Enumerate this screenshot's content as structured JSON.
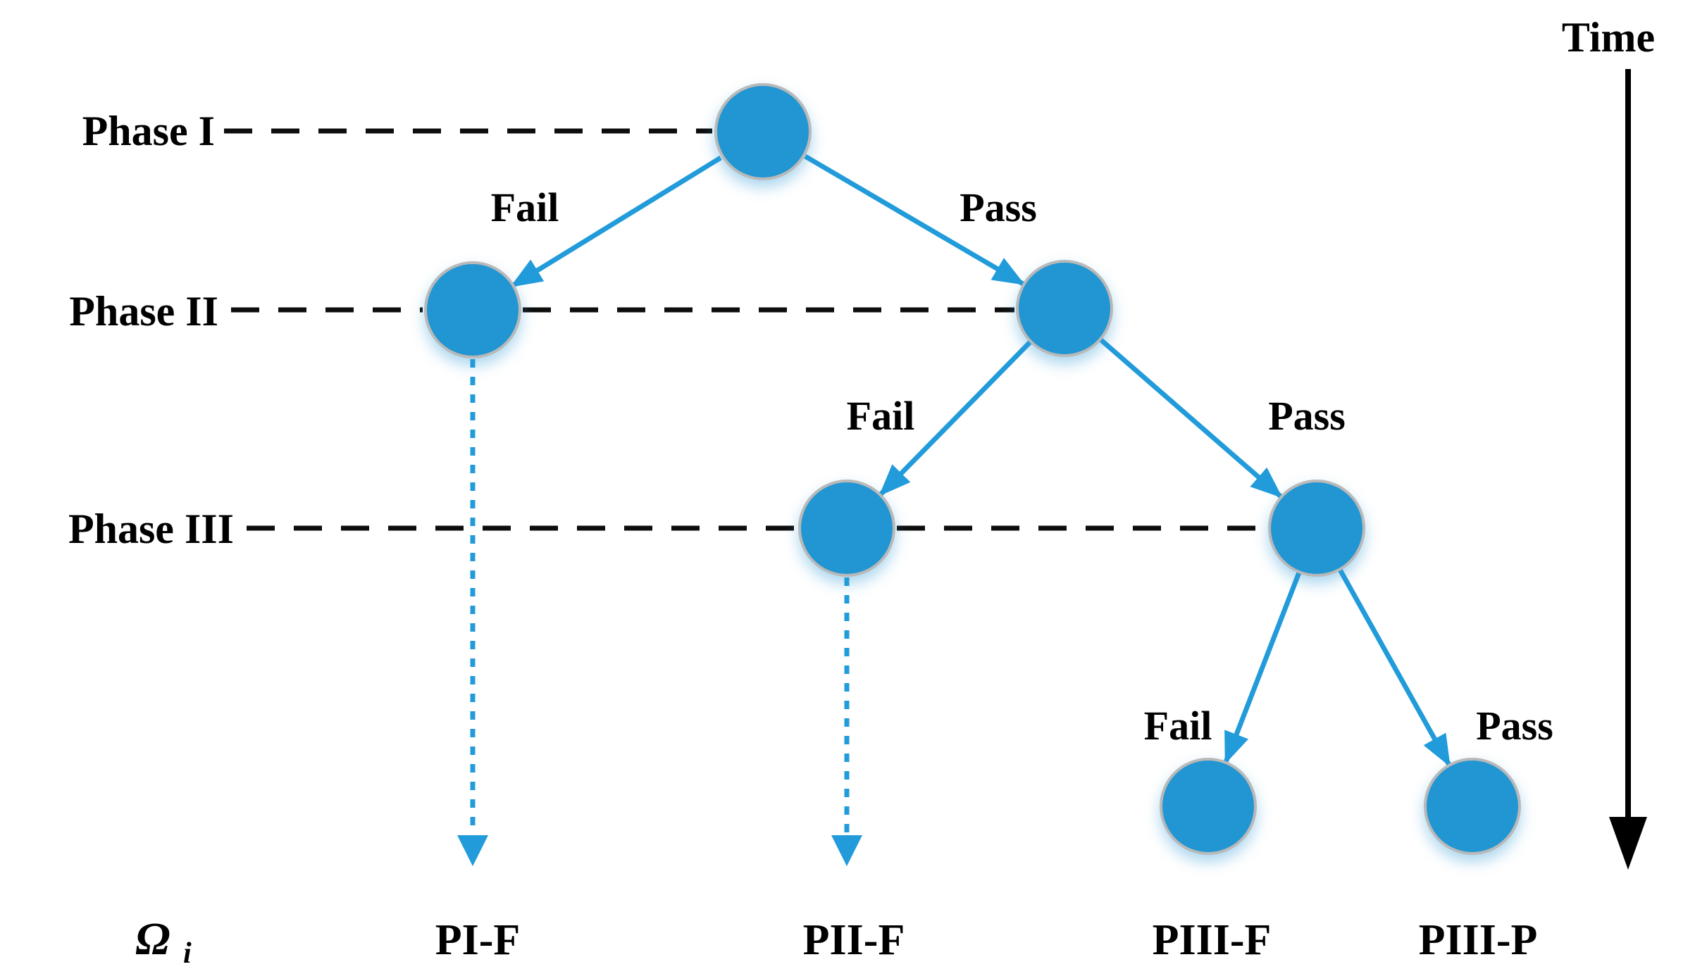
{
  "diagram": {
    "type": "phase-decision-tree",
    "time_axis_label": "Time",
    "phase_rows": [
      {
        "label": "Phase I"
      },
      {
        "label": "Phase II"
      },
      {
        "label": "Phase III"
      }
    ],
    "edges": [
      {
        "from": "phase1-node",
        "to": "phase2-fail-node",
        "label": "Fail"
      },
      {
        "from": "phase1-node",
        "to": "phase2-pass-node",
        "label": "Pass"
      },
      {
        "from": "phase2-pass-node",
        "to": "phase3-fail-node",
        "label": "Fail"
      },
      {
        "from": "phase2-pass-node",
        "to": "phase3-pass-node",
        "label": "Pass"
      },
      {
        "from": "phase3-pass-node",
        "to": "leaf-fail-node",
        "label": "Fail"
      },
      {
        "from": "phase3-pass-node",
        "to": "leaf-pass-node",
        "label": "Pass"
      }
    ],
    "dropout_edges": [
      {
        "from": "phase2-fail-node",
        "to": "outcome-pi-f",
        "style": "dotted"
      },
      {
        "from": "phase3-fail-node",
        "to": "outcome-pii-f",
        "style": "dotted"
      }
    ],
    "outcome_set_symbol": {
      "symbol": "Ω",
      "subscript": "i"
    },
    "outcomes": [
      "PI-F",
      "PII-F",
      "PIII-F",
      "PIII-P"
    ],
    "colors": {
      "node_fill": "#2196d3",
      "node_border": "#b9b9b9",
      "edge_blue": "#219bda",
      "dashed_line_black": "#0d0d0d",
      "text_black": "#000000",
      "background": "#ffffff"
    }
  }
}
